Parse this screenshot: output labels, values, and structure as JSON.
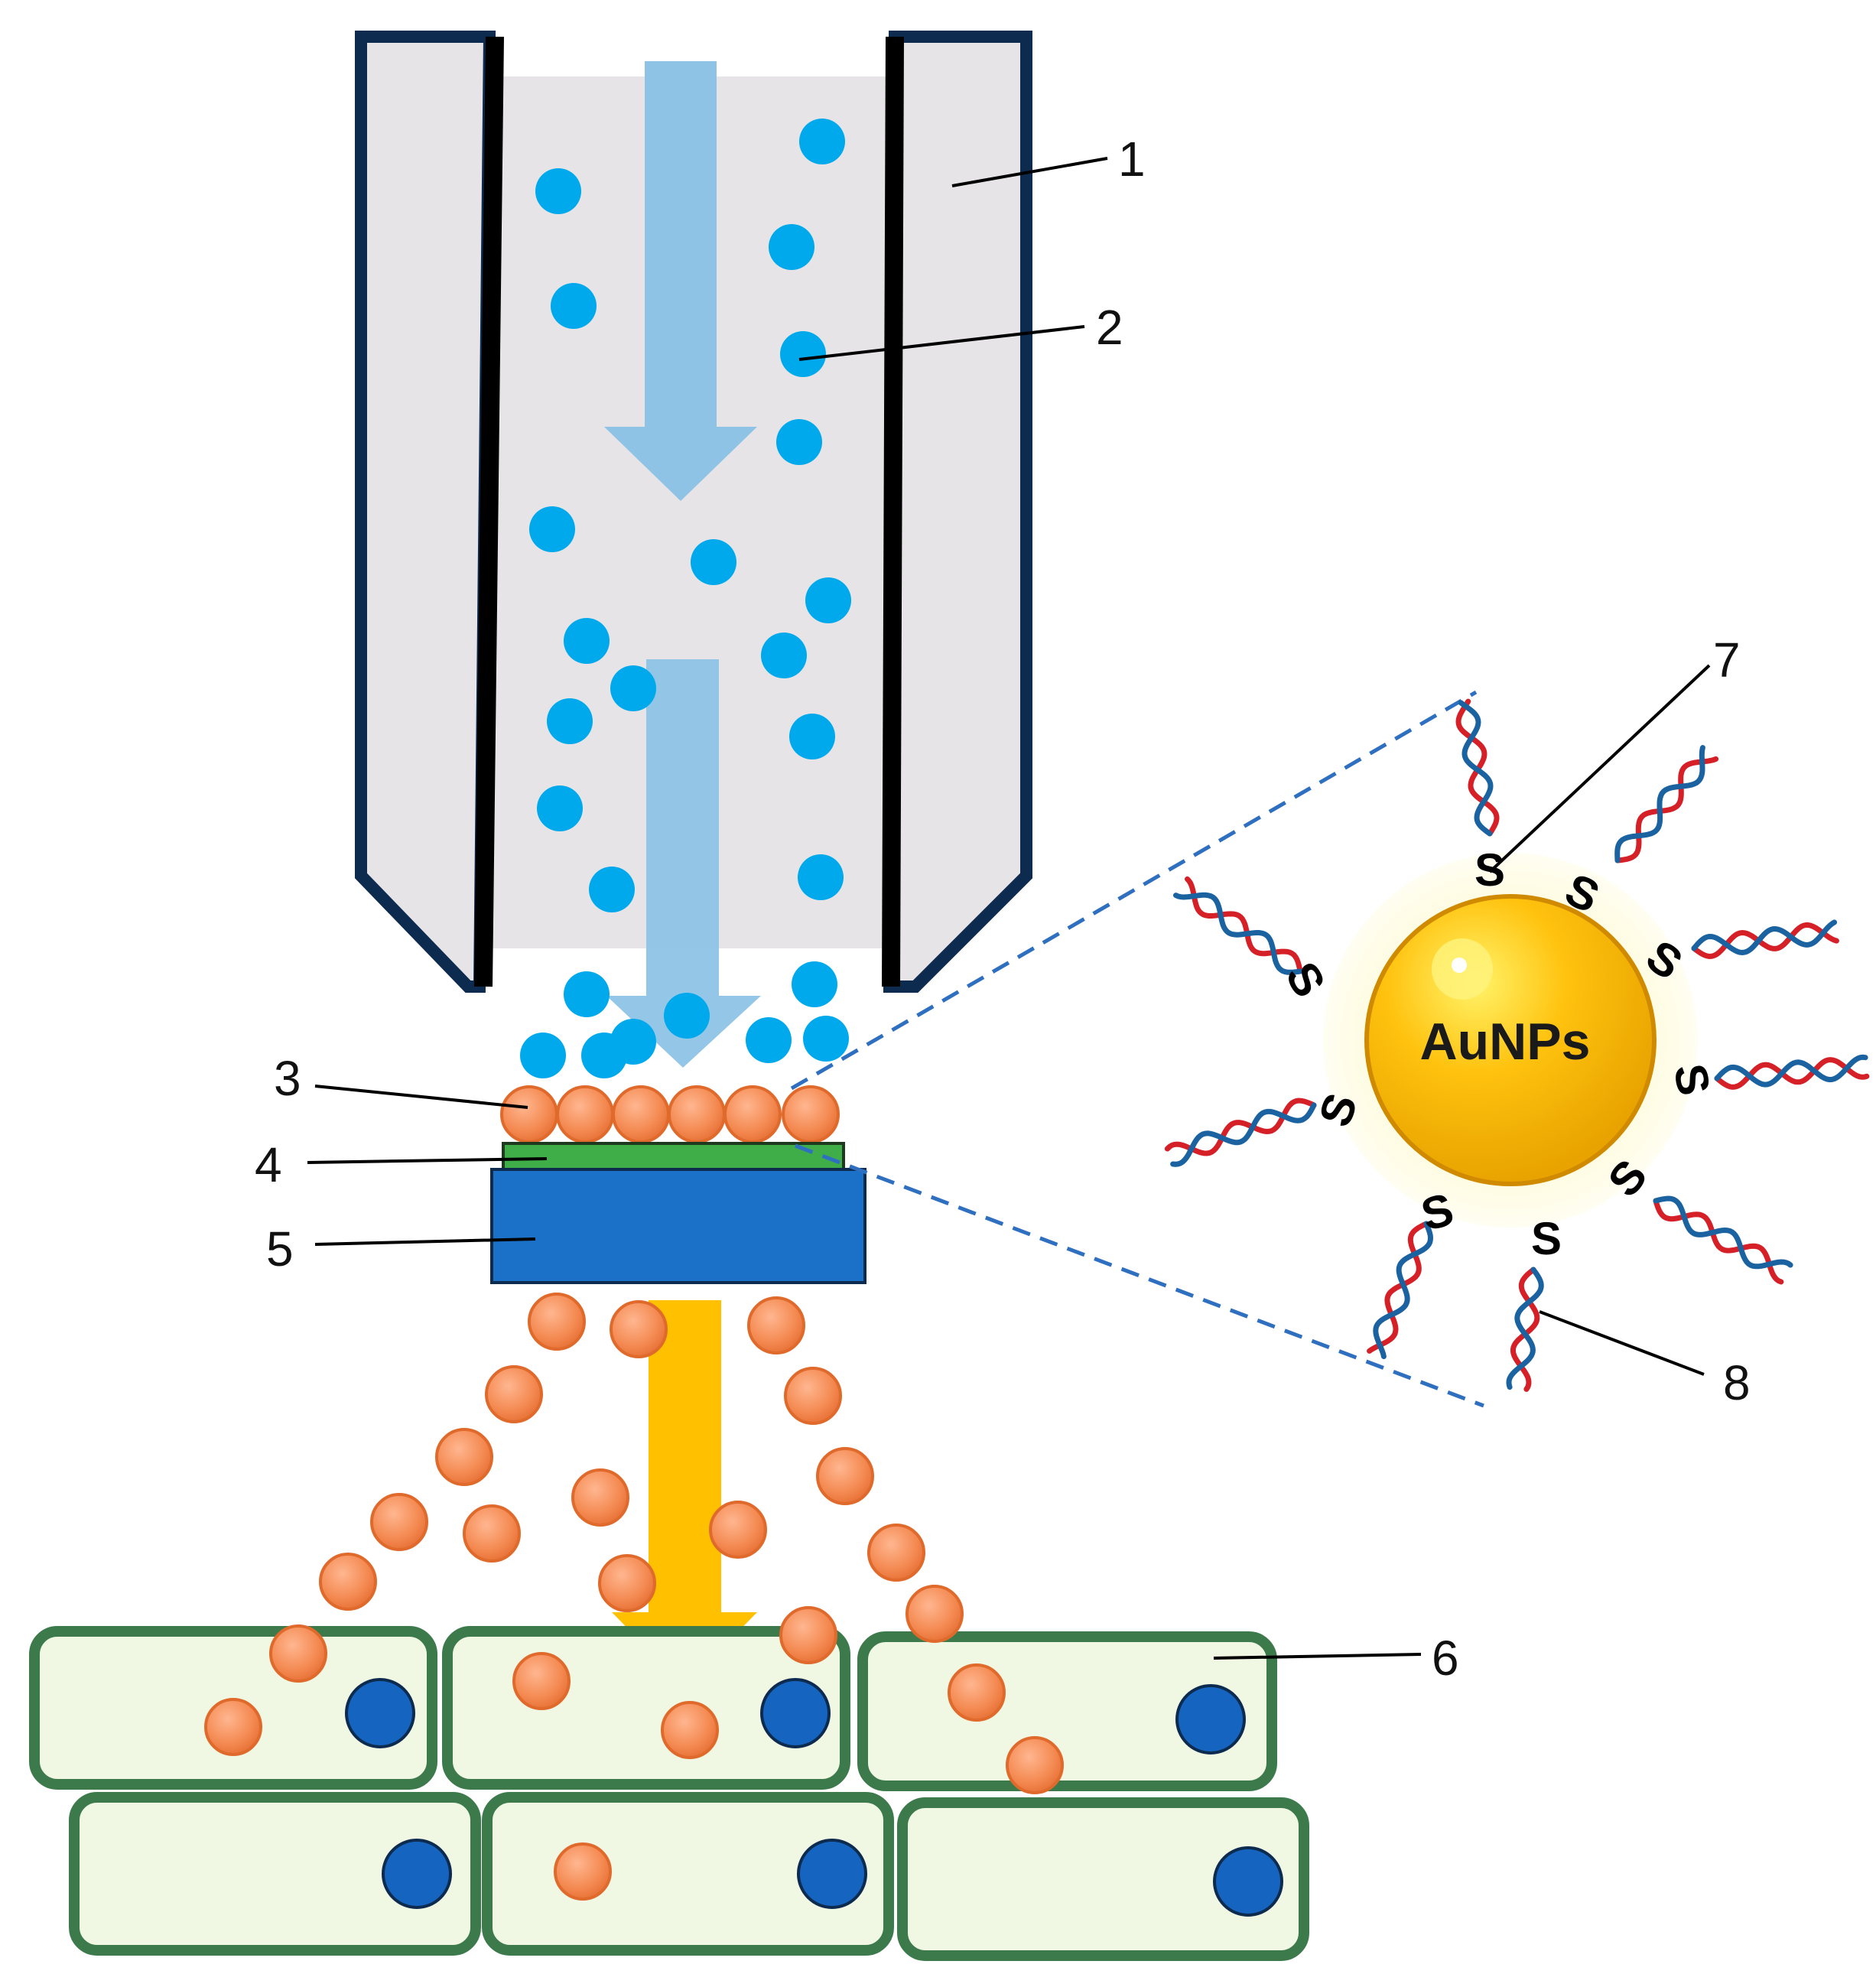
{
  "callouts": [
    "1",
    "2",
    "3",
    "4",
    "5",
    "6",
    "7",
    "8"
  ],
  "nanoparticle": {
    "core_label": "AuNPs",
    "ligand_label": "S"
  },
  "colors": {
    "gun_outline": "#0d2a4f",
    "gun_fill": "#e6e4e6",
    "flow_arrow": "#8ec3e6",
    "gas_particle": "#00a9ec",
    "particle": "#f28c5c",
    "particle_edge": "#e06a2c",
    "membrane": "#3fae49",
    "plate": "#1b71c7",
    "delivery_arrow": "#ffc000",
    "cell_fill": "#f0f7e2",
    "cell_border": "#3c7a4c",
    "nucleus": "#1565c0",
    "gold_core": "#fbbf0a",
    "dna_red": "#d62027",
    "dna_blue": "#1a63a0",
    "zoom_line": "#2f6fc0"
  },
  "icons": {
    "flow": "down-arrow-icon",
    "delivery": "down-arrow-icon"
  }
}
